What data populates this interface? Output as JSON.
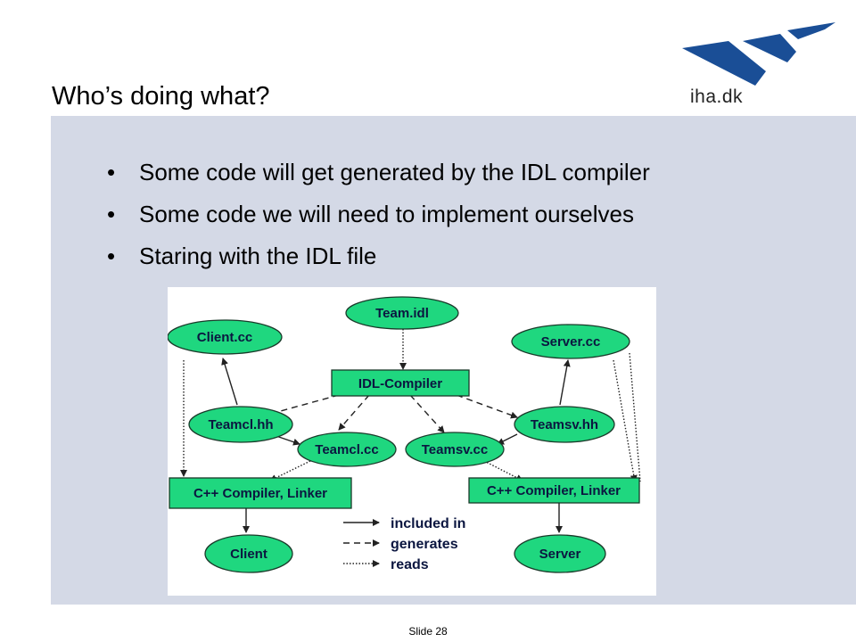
{
  "slide": {
    "title": "Who’s doing what?",
    "footer": "Slide 28"
  },
  "logo": {
    "text": "iha.dk",
    "color": "#1a4e96"
  },
  "bullets": [
    "Some code will get generated by the IDL compiler",
    "Some code we will need to implement ourselves",
    "Staring with the IDL file"
  ],
  "diagram": {
    "node_color": "#1fd77f",
    "nodes": {
      "team_idl": "Team.idl",
      "client_cc": "Client.cc",
      "server_cc": "Server.cc",
      "idl_compiler": "IDL-Compiler",
      "teamcl_hh": "Teamcl.hh",
      "teamsv_hh": "Teamsv.hh",
      "teamcl_cc": "Teamcl.cc",
      "teamsv_cc": "Teamsv.cc",
      "cpp_compiler_left": "C++ Compiler, Linker",
      "cpp_compiler_right": "C++ Compiler, Linker",
      "client": "Client",
      "server": "Server"
    },
    "legend": {
      "included_in": "included in",
      "generates": "generates",
      "reads": "reads"
    }
  }
}
